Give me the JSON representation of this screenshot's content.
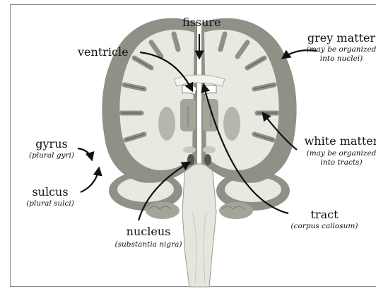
{
  "labels": {
    "fissure": "fissure",
    "ventricle": "ventricle",
    "grey_matter": {
      "title": "grey matter",
      "note_line1": "(may be organized",
      "note_line2": "into nuclei)"
    },
    "white_matter": {
      "title": "white matter",
      "note_line1": "(may be organized",
      "note_line2": "into tracts)"
    },
    "gyrus": {
      "title": "gyrus",
      "note": "(plural gyri)"
    },
    "sulcus": {
      "title": "sulcus",
      "note": "(plural sulci)"
    },
    "nucleus": {
      "title": "nucleus",
      "note": "(substantia nigra)"
    },
    "tract": {
      "title": "tract",
      "note": "(corpus callosum)"
    }
  },
  "colors": {
    "grey_matter": "#8f9086",
    "white_matter": "#e9e9e2",
    "arrow": "#111111",
    "frame": "#8a8a8a"
  }
}
